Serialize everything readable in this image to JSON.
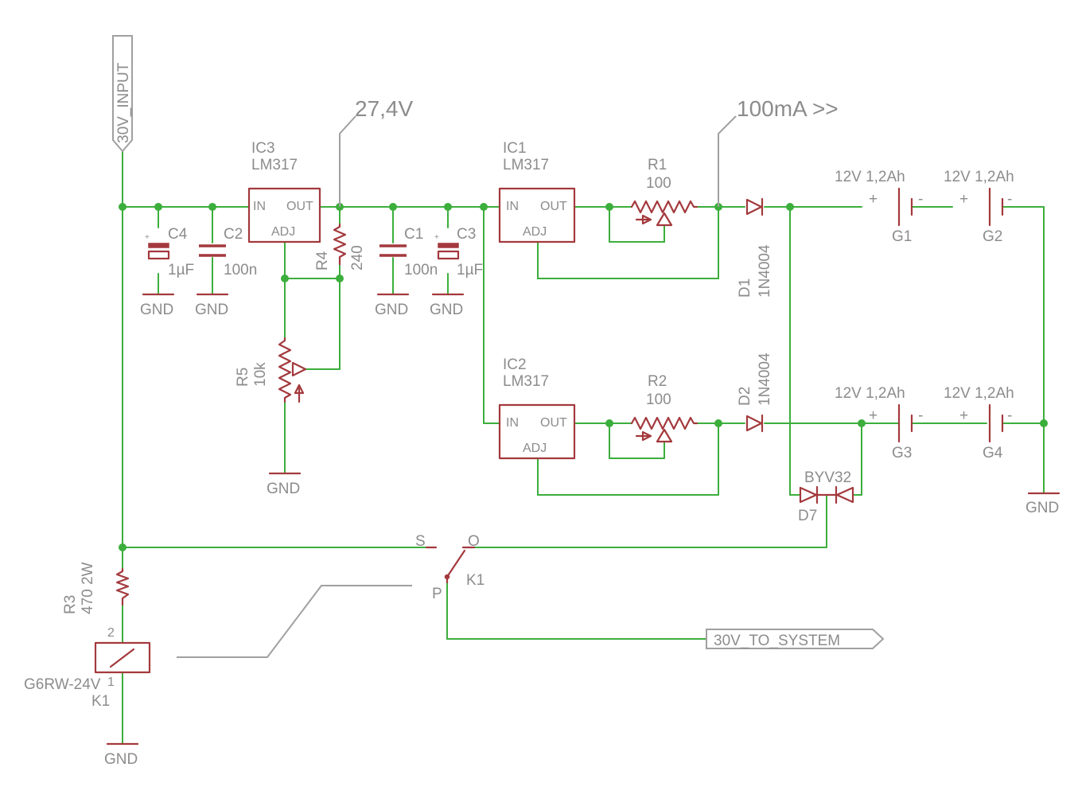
{
  "nets": {
    "input_label": "30V_INPUT",
    "output_label": "30V_TO_SYSTEM",
    "voltage_note": "27,4V",
    "current_note": "100mA >>",
    "gnd": "GND"
  },
  "regulators": {
    "ic3": {
      "name": "IC3",
      "value": "LM317"
    },
    "ic1": {
      "name": "IC1",
      "value": "LM317"
    },
    "ic2": {
      "name": "IC2",
      "value": "LM317"
    },
    "pin_in": "IN",
    "pin_out": "OUT",
    "pin_adj": "ADJ"
  },
  "capacitors": {
    "c4": {
      "name": "C4",
      "value": "1µF"
    },
    "c2": {
      "name": "C2",
      "value": "100n"
    },
    "c1": {
      "name": "C1",
      "value": "100n"
    },
    "c3": {
      "name": "C3",
      "value": "1µF"
    }
  },
  "resistors": {
    "r4": {
      "name": "R4",
      "value": "240"
    },
    "r5": {
      "name": "R5",
      "value": "10k"
    },
    "r1": {
      "name": "R1",
      "value": "100"
    },
    "r2": {
      "name": "R2",
      "value": "100"
    },
    "r3": {
      "name": "R3",
      "value": "470 2W"
    }
  },
  "diodes": {
    "d1": {
      "name": "D1",
      "value": "1N4004"
    },
    "d2": {
      "name": "D2",
      "value": "1N4004"
    },
    "d7": {
      "name": "D7",
      "value": "BYV32"
    }
  },
  "batteries": {
    "g1": {
      "name": "G1",
      "value": "12V 1,2Ah"
    },
    "g2": {
      "name": "G2",
      "value": "12V 1,2Ah"
    },
    "g3": {
      "name": "G3",
      "value": "12V 1,2Ah"
    },
    "g4": {
      "name": "G4",
      "value": "12V 1,2Ah"
    },
    "plus": "+",
    "minus": "-"
  },
  "relay": {
    "name": "K1",
    "value": "G6RW-24V",
    "coil_pin_top": "2",
    "coil_pin_bottom": "1",
    "contact_s": "S",
    "contact_o": "O",
    "contact_p": "P"
  },
  "colors": {
    "wire": "#3cae3c",
    "symbol": "#a3393d",
    "text": "#8c8c8c",
    "bus_line": "#a0a0a0"
  }
}
